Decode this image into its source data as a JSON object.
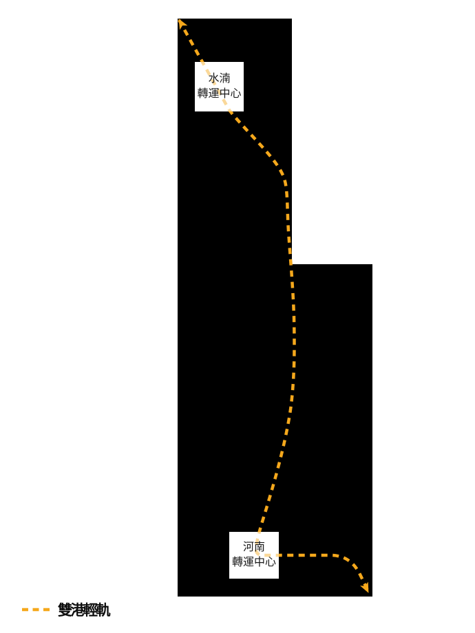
{
  "stations": [
    {
      "id": "shuinan",
      "name_line1": "水湳",
      "name_line2": "轉運中心"
    },
    {
      "id": "henan",
      "name_line1": "河南",
      "name_line2": "轉運中心"
    }
  ],
  "legend": {
    "route_name": "雙港輕軌"
  },
  "colors": {
    "route_dash": "#F5A81C",
    "map_region": "#000000",
    "label_box": "#FFFFFF",
    "station_label_text": "#1A1A1A",
    "background": "#FFFFFF"
  }
}
